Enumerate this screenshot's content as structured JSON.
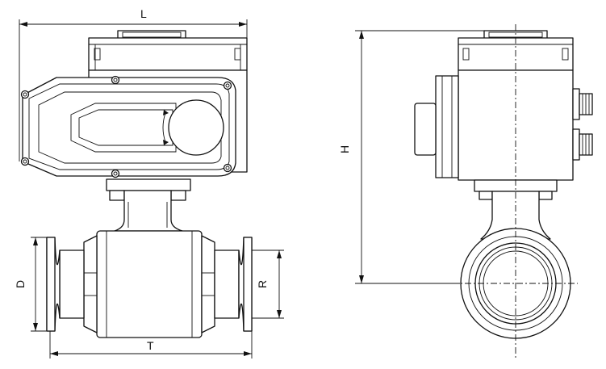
{
  "dimensions": {
    "length_label": "L",
    "height_label": "H",
    "inlet_diameter_label": "D",
    "radius_label": "R",
    "total_length_label": "T"
  },
  "views": [
    "front-view",
    "side-view"
  ]
}
